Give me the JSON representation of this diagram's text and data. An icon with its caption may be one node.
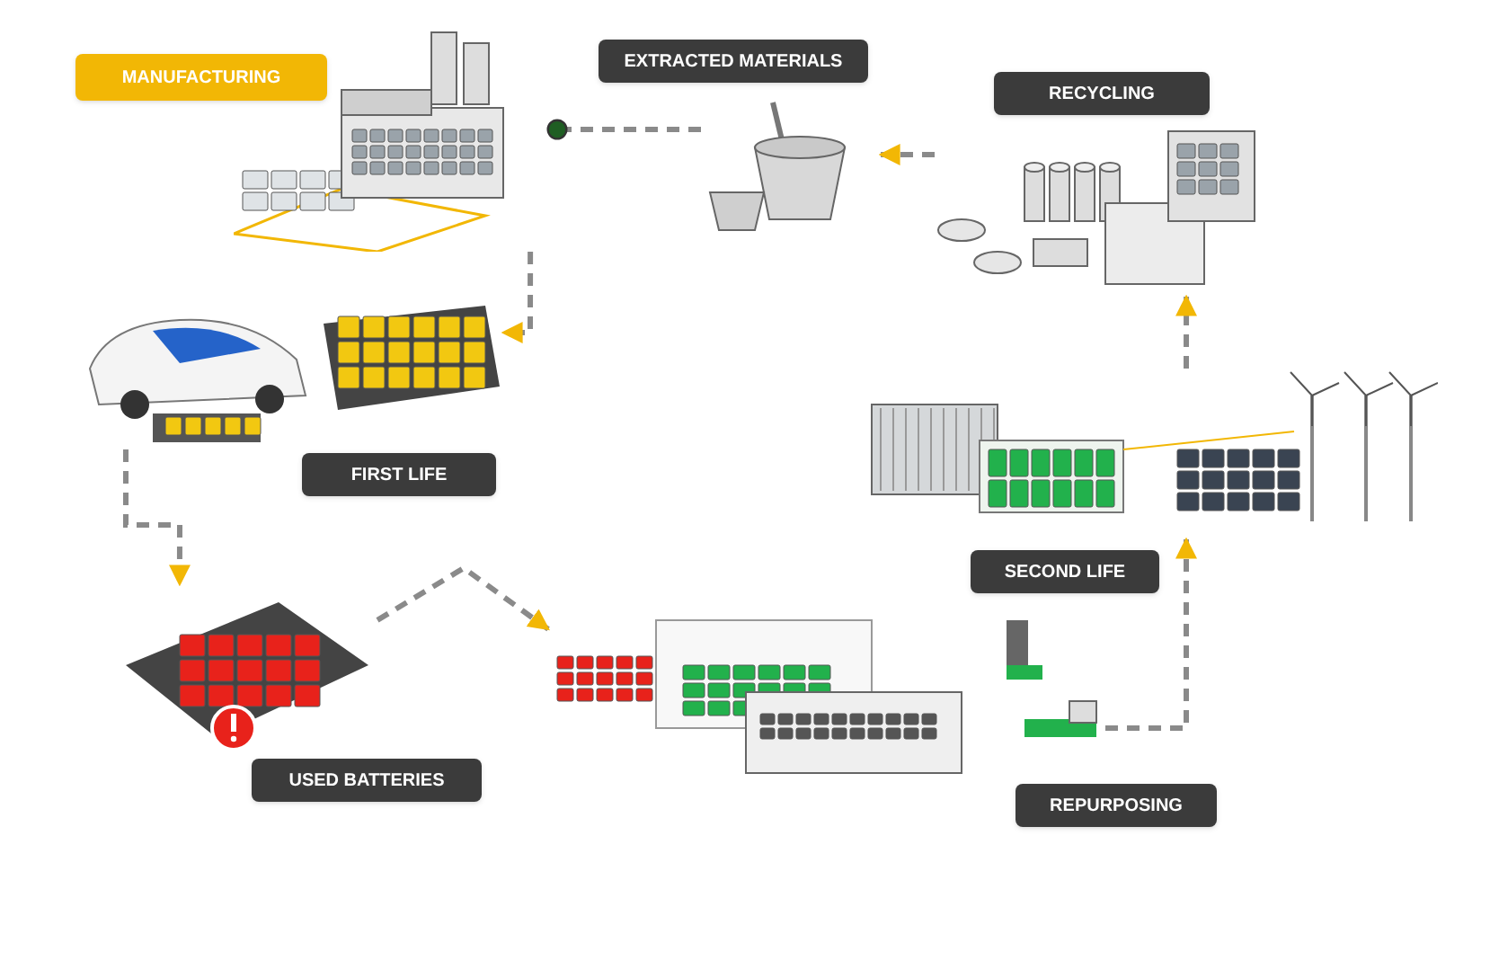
{
  "diagram": {
    "nodes": [
      {
        "text": [
          "MANUFACTURING"
        ]
      },
      {
        "text": [
          "EXTRACTED MATERIALS"
        ]
      },
      {
        "text": [
          "RECYCLING"
        ]
      },
      {
        "text": [
          "FIRST LIFE"
        ]
      },
      {
        "text": [
          "SECOND LIFE"
        ]
      },
      {
        "text": [
          "USED BATTERIES"
        ]
      },
      {
        "text": [
          "REPURPOSING"
        ]
      },
      {
        "text": [],
        "shape": "picture"
      },
      {
        "text": [],
        "shape": "picture"
      },
      {
        "text": [],
        "shape": "picture"
      },
      {
        "text": [],
        "shape": "picture"
      },
      {
        "text": [],
        "shape": "picture"
      },
      {
        "text": [],
        "shape": "picture"
      },
      {
        "text": [],
        "shape": "picture"
      }
    ],
    "edges": [
      {
        "from": 9,
        "to": 8,
        "arrow": "to",
        "style": "dashed"
      },
      {
        "from": 8,
        "to": 7,
        "arrow": "other",
        "style": "dashed"
      },
      {
        "from": 7,
        "to": 10,
        "arrow": "to",
        "style": "dashed"
      },
      {
        "from": 10,
        "to": 12,
        "arrow": "to",
        "style": "dashed"
      },
      {
        "from": 12,
        "to": 13,
        "arrow": "to",
        "style": "dashed"
      },
      {
        "from": 13,
        "to": 11,
        "arrow": "to",
        "style": "dashed"
      },
      {
        "from": 11,
        "to": 9,
        "arrow": "to",
        "style": "dashed"
      }
    ]
  }
}
